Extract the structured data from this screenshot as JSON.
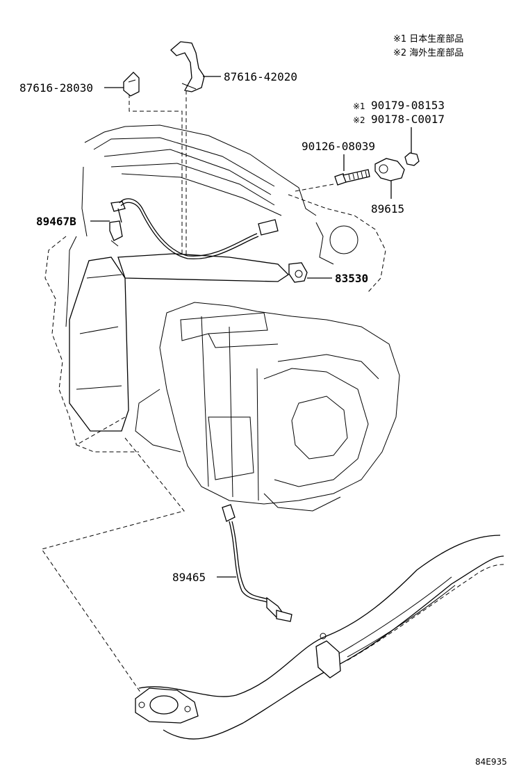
{
  "notes": {
    "note1": "※1  日本生産部品",
    "note2": "※2  海外生産部品"
  },
  "parts": {
    "p87616_28030": "87616-28030",
    "p87616_42020": "87616-42020",
    "p90179_08153": "90179-08153",
    "p90178_C0017": "90178-C0017",
    "mark1": "※1",
    "mark2": "※2",
    "p90126_08039": "90126-08039",
    "p89615": "89615",
    "p89467B": "89467B",
    "p83530": "83530",
    "p89465": "89465"
  },
  "figure_code": "84E935"
}
